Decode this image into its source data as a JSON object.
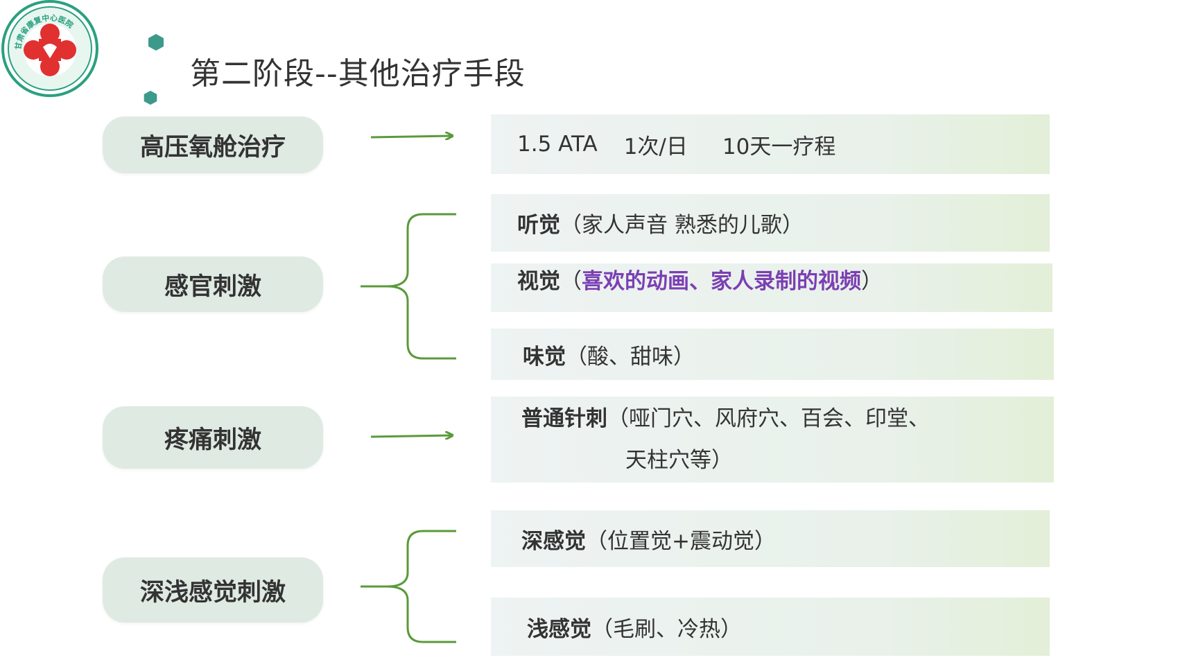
{
  "logo": {
    "text": "甘肃省康复中心医院"
  },
  "title": "第二阶段--其他治疗手段",
  "rows": [
    {
      "category": "高压氧舱治疗",
      "details": [
        "1.5 ATA",
        "1次/日",
        "10天一疗程"
      ]
    },
    {
      "category": "感官刺激",
      "items": [
        {
          "label": "听觉",
          "paren": "（家人声音  熟悉的儿歌）"
        },
        {
          "label": "视觉",
          "paren_open": "（",
          "highlight": "喜欢的动画、家人录制的视频",
          "paren_close": "）"
        },
        {
          "label": "味觉",
          "paren": "（酸、甜味）"
        }
      ]
    },
    {
      "category": "疼痛刺激",
      "label": "普通针刺",
      "line1": "（哑门穴、风府穴、百会、印堂、",
      "line2": "天柱穴等）"
    },
    {
      "category": "深浅感觉刺激",
      "items": [
        {
          "label": "深感觉",
          "paren": "（位置觉+震动觉）"
        },
        {
          "label": "浅感觉",
          "paren": "（毛刷、冷热）"
        }
      ]
    }
  ],
  "colors": {
    "arrow": "#5a9a3a",
    "highlight": "#7b3fb3",
    "pill": "#dfeae3",
    "logo_red": "#e03030",
    "logo_teal": "#2aa07f"
  }
}
